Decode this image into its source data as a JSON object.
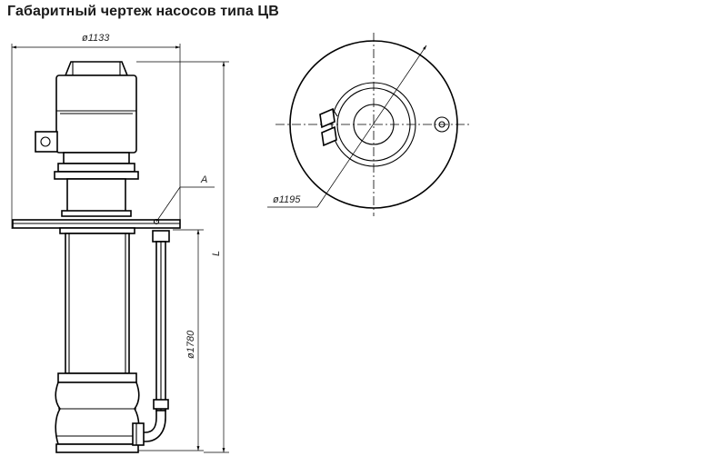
{
  "title": "Габаритный чертеж насосов типа ЦВ",
  "dimensions": {
    "top_diameter": "ø1133",
    "plan_diameter": "ø1195",
    "pipe_length": "ø1780",
    "overall_length": "L",
    "callout_a": "A"
  }
}
